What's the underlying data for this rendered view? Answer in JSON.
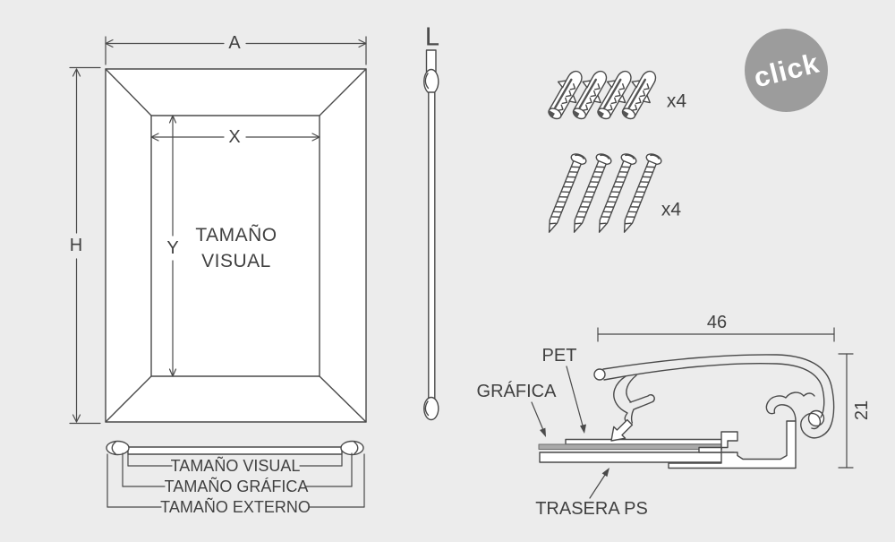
{
  "colors": {
    "background": "#ececec",
    "line": "#4a4a4a",
    "text": "#414141",
    "badge_bg": "#9c9c9c",
    "badge_text": "#ffffff",
    "graphic_layer_fill": "#a9a9a9"
  },
  "front_view": {
    "width_label": "A",
    "height_label": "H",
    "visual_width_label": "X",
    "visual_height_label": "Y",
    "center_line1": "TAMAÑO",
    "center_line2": "VISUAL"
  },
  "side_view": {
    "length_label": "L"
  },
  "size_legend": {
    "rows": [
      {
        "label": "TAMAÑO VISUAL"
      },
      {
        "label": "TAMAÑO GRÁFICA"
      },
      {
        "label": "TAMAÑO EXTERNO"
      }
    ]
  },
  "hardware": {
    "anchors_qty": "x4",
    "screws_qty": "x4"
  },
  "badge": {
    "label": "click"
  },
  "section_detail": {
    "width_mm": "46",
    "depth_mm": "21",
    "pet_label": "PET",
    "graphic_label": "GRÁFICA",
    "back_label": "TRASERA PS"
  }
}
